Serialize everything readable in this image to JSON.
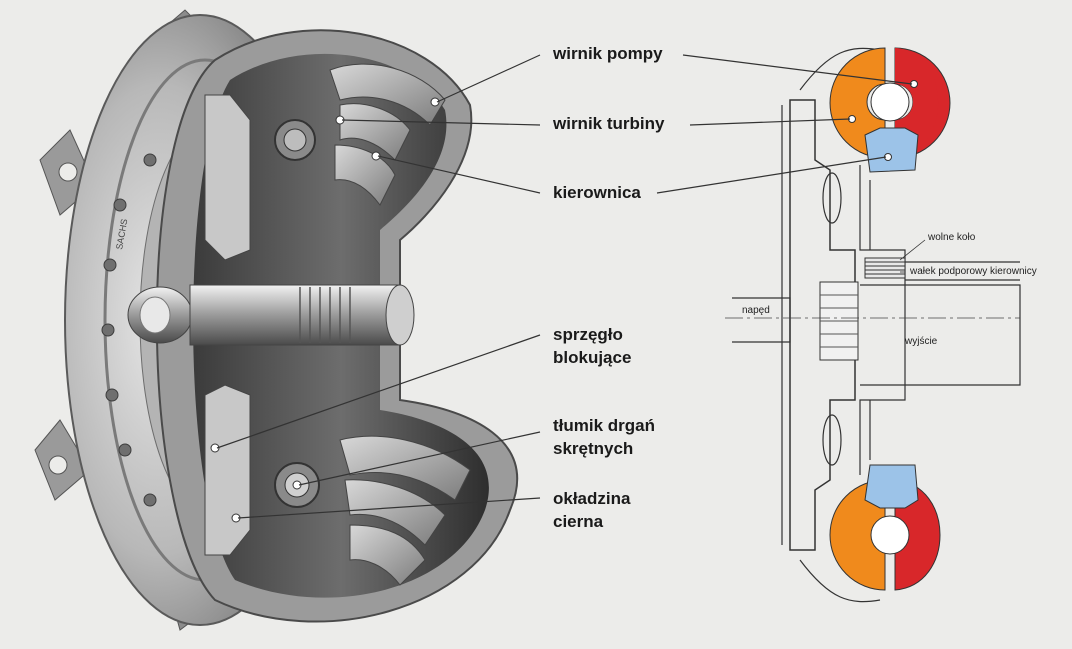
{
  "callouts": {
    "pump": "wirnik pompy",
    "turbine": "wirnik turbiny",
    "stator": "kierownica",
    "lockup_line1": "sprzęgło",
    "lockup_line2": "blokujące",
    "damper_line1": "tłumik drgań",
    "damper_line2": "skrętnych",
    "lining_line1": "okładzina",
    "lining_line2": "cierna"
  },
  "schematic_labels": {
    "freewheel": "wolne koło",
    "stator_shaft": "wałek podporowy kierownicy",
    "input": "napęd",
    "output": "wyjście"
  },
  "logo_text": "SACHS",
  "colors": {
    "pump": "#d8272a",
    "turbine": "#f08a1c",
    "stator": "#9cc3e8",
    "metal_light": "#c9c9c9",
    "metal_dark": "#3a3a3a",
    "leader": "#333333",
    "background": "#ececea"
  }
}
